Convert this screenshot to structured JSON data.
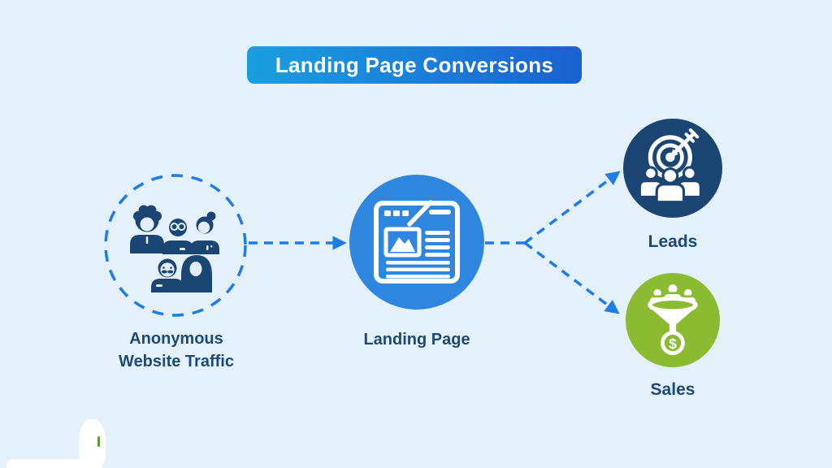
{
  "title": {
    "label": "Landing Page Conversions"
  },
  "nodes": {
    "traffic": {
      "label_line1": "Anonymous",
      "label_line2": "Website Traffic",
      "icon": "people-group-icon"
    },
    "landing_page": {
      "label": "Landing Page",
      "icon": "browser-window-icon"
    },
    "leads": {
      "label": "Leads",
      "icon": "target-audience-icon"
    },
    "sales": {
      "label": "Sales",
      "icon": "sales-funnel-icon",
      "currency_symbol": "$"
    }
  },
  "connections": [
    {
      "from": "traffic",
      "to": "landing_page",
      "style": "dashed-arrow"
    },
    {
      "from": "landing_page",
      "to": "leads",
      "style": "dashed-arrow"
    },
    {
      "from": "landing_page",
      "to": "sales",
      "style": "dashed-arrow"
    }
  ],
  "colors": {
    "bg": "#e4f1fb",
    "title_grad_start": "#1a9fe0",
    "title_grad_end": "#1a61d1",
    "connector": "#1f7ce2",
    "landing_fill": "#2e86de",
    "leads_fill": "#1b4572",
    "sales_fill": "#8bbb31",
    "label_color": "#1d4976",
    "people_navy": "#1b4573",
    "face_light": "#e0effa"
  }
}
